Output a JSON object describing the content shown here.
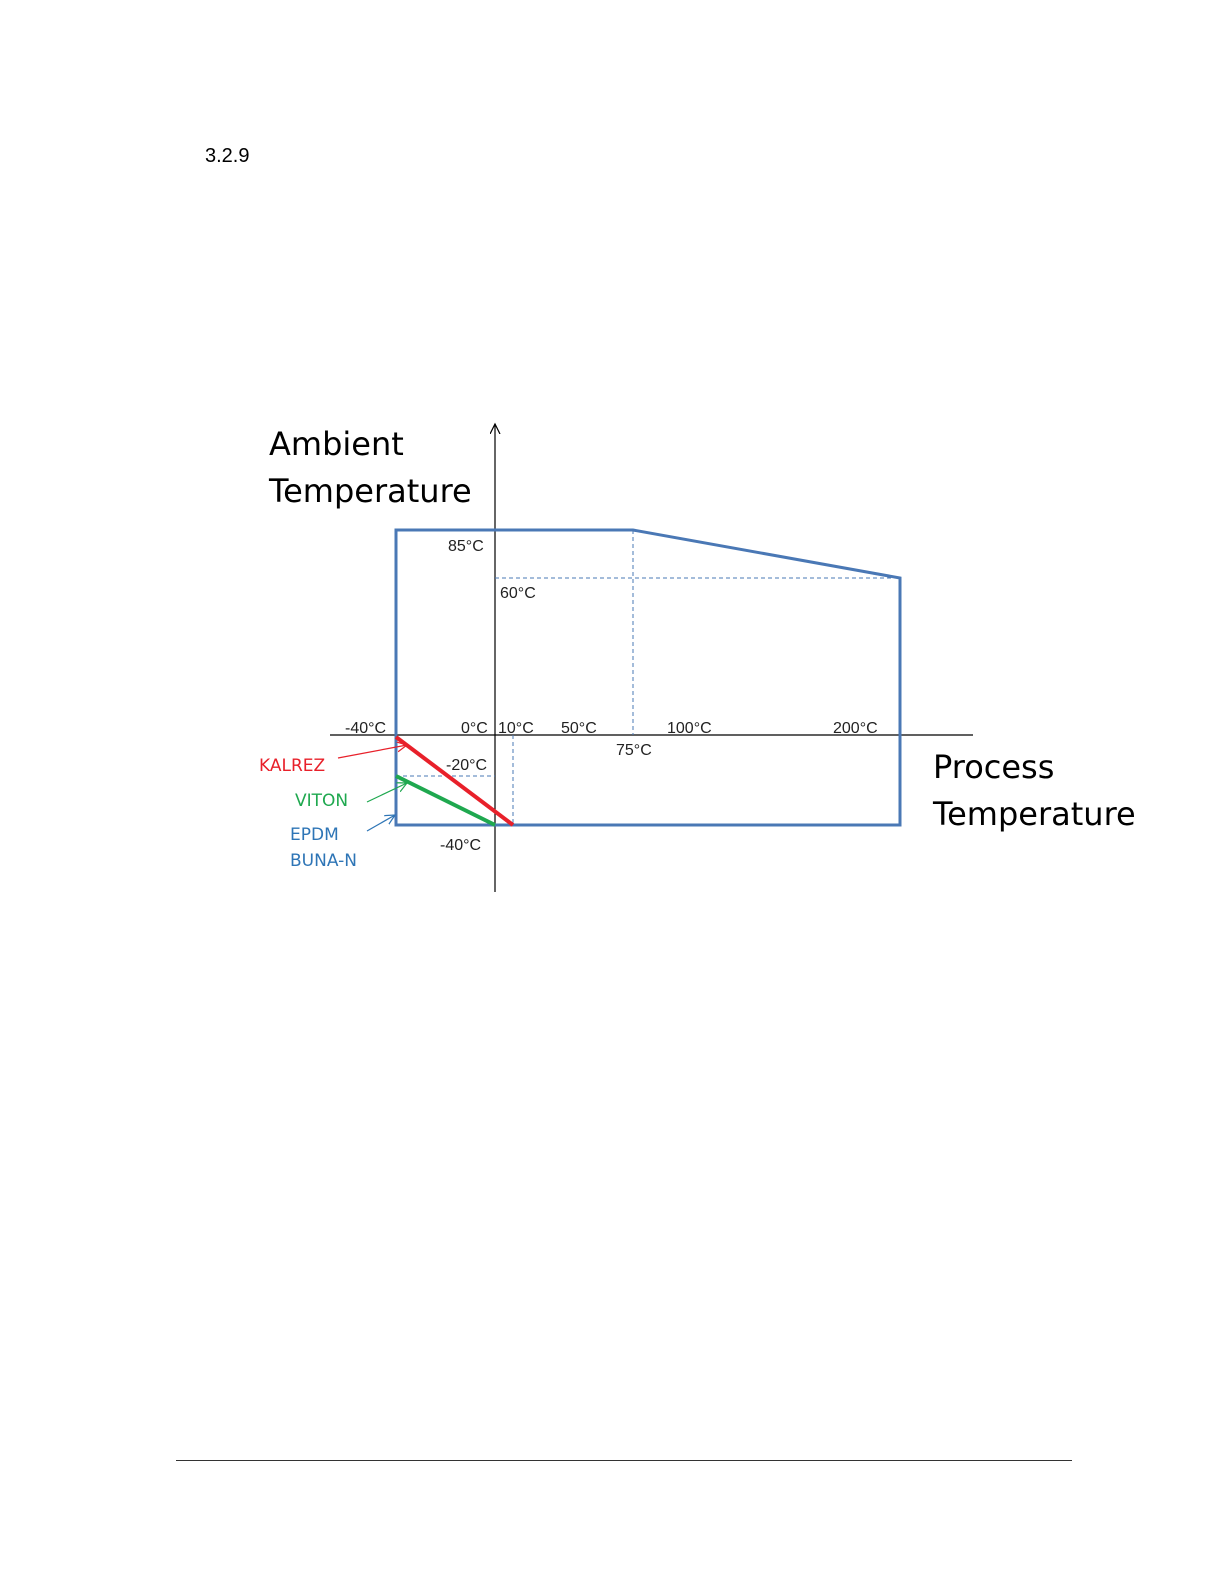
{
  "page": {
    "section_number": "3.2.9"
  },
  "diagram": {
    "y_axis_label": [
      "Ambient",
      "Temperature"
    ],
    "x_axis_label": [
      "Process",
      "Temperature"
    ],
    "y_tick_85": "85°C",
    "y_tick_60": "60°C",
    "y_tick_minus20": "-20°C",
    "y_tick_minus40": "-40°C",
    "x_tick_minus40": "-40°C",
    "x_tick_0": "0°C",
    "x_tick_10": "10°C",
    "x_tick_50": "50°C",
    "x_tick_75": "75°C",
    "x_tick_100": "100°C",
    "x_tick_200": "200°C",
    "materials": {
      "kalrez": "KALREZ",
      "viton": "VITON",
      "epdm": "EPDM",
      "buna": "BUNA-N"
    },
    "colors": {
      "envelope": "#4a78b5",
      "kalrez": "#e8202a",
      "viton": "#1fa84f",
      "epdm": "#2e75b6",
      "axis": "#000000",
      "guide": "#4a78b5"
    }
  }
}
